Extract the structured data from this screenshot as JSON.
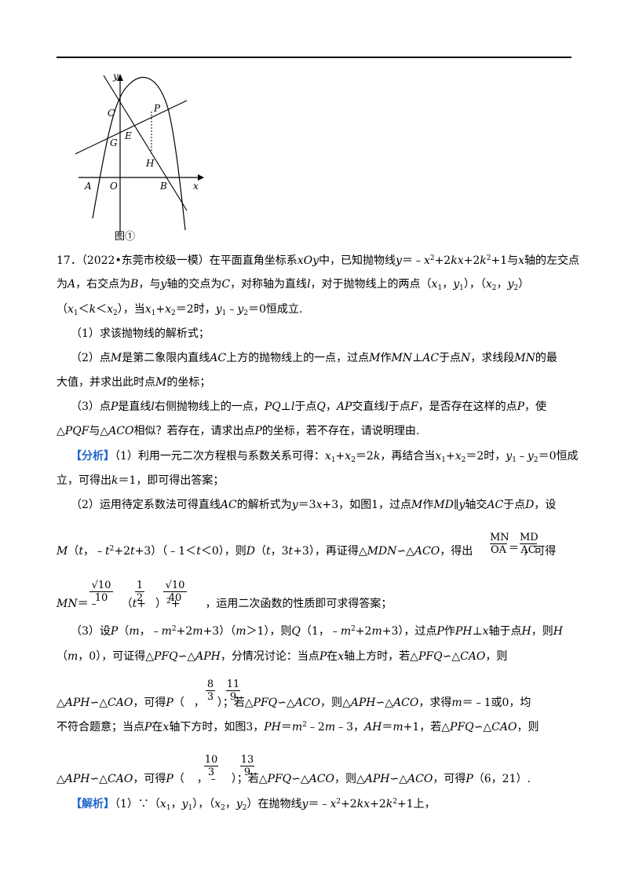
{
  "figure": {
    "axis_y": "y",
    "axis_x": "x",
    "labels": {
      "C": "C",
      "P": "P",
      "G": "G",
      "E": "E",
      "H": "H",
      "A": "A",
      "O": "O",
      "B": "B"
    },
    "caption": "图①"
  },
  "problem": {
    "number": "17．",
    "source": "（2022•东莞市校级一模）",
    "l1": {
      "a": "在平面直角坐标系",
      "b": "xOy",
      "c": "中，已知抛物线",
      "d": "y",
      "e": "＝﹣",
      "f": "x",
      "g": "2",
      "h": "+2",
      "i": "kx",
      "j": "+2",
      "k": "k",
      "l": "2",
      "m": "+1与",
      "n": "x",
      "o": "轴的左交点"
    },
    "l2": {
      "a": "为",
      "b": "A",
      "c": "，右交点为",
      "d": "B",
      "e": "，与",
      "f": "y",
      "g": "轴的交点为",
      "h": "C",
      "i": "，对称轴为直线",
      "j": "l",
      "k": "，对于抛物线上的两点（",
      "l": "x",
      "m": "1",
      "n": "，",
      "o": "y",
      "p": "1",
      "q": "），（",
      "r": "x",
      "s": "2",
      "t": "，",
      "u": "y",
      "v": "2",
      "w": "）"
    },
    "l3": {
      "a": "（",
      "b": "x",
      "c": "1",
      "d": "＜",
      "e": "k",
      "f": "＜",
      "g": "x",
      "h": "2",
      "i": "），当",
      "j": "x",
      "k": "1",
      "l": "+",
      "m": "x",
      "n": "2",
      "o": "＝2时，",
      "p": "y",
      "q": "1",
      "r": "﹣",
      "s": "y",
      "t": "2",
      "u": "＝0恒成立."
    },
    "q1": "（1）求该抛物线的解析式；",
    "q2a": {
      "a": "（2）点",
      "b": "M",
      "c": "是第二象限内直线",
      "d": "AC",
      "e": "上方的抛物线上的一点，过点",
      "f": "M",
      "g": "作",
      "h": "MN",
      "i": "⊥",
      "j": "AC",
      "k": "于点",
      "l": "N",
      "m": "，求线段",
      "n": "MN",
      "o": "的最"
    },
    "q2b": {
      "a": "大值，并求出此时点",
      "b": "M",
      "c": "的坐标；"
    },
    "q3a": {
      "a": "（3）点",
      "b": "P",
      "c": "是直线",
      "d": "l",
      "e": "右侧抛物线上的一点，",
      "f": "PQ",
      "g": "⊥",
      "h": "l",
      "i": "于点",
      "j": "Q",
      "k": "，",
      "l": "AP",
      "m": "交直线",
      "n": "l",
      "o": "于点",
      "p": "F",
      "q": "，是否存在这样的点",
      "r": "P",
      "s": "，使"
    },
    "q3b": {
      "a": "△",
      "b": "PQF",
      "c": "与△",
      "d": "ACO",
      "e": "相似？若存在，请求出点",
      "f": "P",
      "g": "的坐标，若不存在，请说明理由."
    }
  },
  "analysis": {
    "tag": "【分析】",
    "p1a": {
      "a": "（1）利用一元二次方程根与系数关系可得：",
      "b": "x",
      "c": "1",
      "d": "+",
      "e": "x",
      "f": "2",
      "g": "＝2",
      "h": "k",
      "i": "，再结合当",
      "j": "x",
      "k": "1",
      "l": "+",
      "m": "x",
      "n": "2",
      "o": "＝2时，",
      "p": "y",
      "q": "1",
      "r": "﹣",
      "s": "y",
      "t": "2",
      "u": "＝0恒成"
    },
    "p1b": {
      "a": "立，可得出",
      "b": "k",
      "c": "＝1，即可得出答案；"
    },
    "p2a": {
      "a": "（2）运用待定系数法可得直线",
      "b": "AC",
      "c": "的解析式为",
      "d": "y",
      "e": "＝3",
      "f": "x",
      "g": "+3，如图1，过点",
      "h": "M",
      "i": "作",
      "j": "MD",
      "k": "∥",
      "l": "y",
      "m": "轴交",
      "n": "AC",
      "o": "于点",
      "p": "D",
      "q": "，设"
    },
    "p2b": {
      "a": "M",
      "b": "（",
      "c": "t",
      "d": "，﹣",
      "e": "t",
      "f": "2",
      "g": "+2",
      "h": "t",
      "i": "+3）（﹣1＜",
      "j": "t",
      "k": "＜0），则",
      "l": "D",
      "m": "（",
      "n": "t",
      "o": "，3",
      "p": "t",
      "q": "+3），再证得△",
      "r": "MDN",
      "s": "∽△",
      "t": "ACO",
      "u": "，得出",
      "v": "，可得"
    },
    "frac_mn_num": "MN",
    "frac_mn_den": "OA",
    "frac_eq": "＝",
    "frac_md_num": "MD",
    "frac_md_den": "AC",
    "p2c": {
      "a": "MN",
      "b": "＝﹣",
      "c": "（",
      "d": "t",
      "e": "+",
      "f": "）",
      "g": "2",
      "h": "+",
      "i": "，运用二次函数的性质即可求得答案；"
    },
    "f1_num": "√10",
    "f1_den": "10",
    "f2_num": "1",
    "f2_den": "2",
    "f3_num": "√10",
    "f3_den": "40",
    "p3a": {
      "a": "（3）设",
      "b": "P",
      "c": "（",
      "d": "m",
      "e": "，﹣",
      "f": "m",
      "g": "2",
      "h": "+2",
      "i": "m",
      "j": "+3）（",
      "k": "m",
      "l": "＞1），则",
      "m": "Q",
      "n": "（1，﹣",
      "o": "m",
      "p": "2",
      "q": "+2",
      "r": "m",
      "s": "+3），过点",
      "t": "P",
      "u": "作",
      "v": "PH",
      "w": "⊥",
      "x": "x",
      "y": "轴于点",
      "z": "H",
      "z1": "，则",
      "z2": "H"
    },
    "p3b": {
      "a": "（",
      "b": "m",
      "c": "，0），可证得△",
      "d": "PFQ",
      "e": "∽△",
      "f": "APH",
      "g": "，分情况讨论：当点",
      "h": "P",
      "i": "在",
      "j": "x",
      "k": "轴上方时，若△",
      "l": "PFQ",
      "m": "∽△",
      "n": "CAO",
      "o": "，则"
    },
    "p3c": {
      "a": "△",
      "b": "APH",
      "c": "∽△",
      "d": "CAO",
      "e": "，可得",
      "f": "P",
      "g": "（",
      "h": "，",
      "i": "）；若△",
      "j": "PFQ",
      "k": "∽△",
      "l": "ACO",
      "m": "，则△",
      "n": "APH",
      "o": "∽△",
      "p": "ACO",
      "q": "，求得",
      "r": "m",
      "s": "＝﹣1或0，均"
    },
    "f4_num": "8",
    "f4_den": "3",
    "f5_num": "11",
    "f5_den": "9",
    "p3d": {
      "a": "不符合题意；当点",
      "b": "P",
      "c": "在",
      "d": "x",
      "e": "轴下方时，如图3，",
      "f": "PH",
      "g": "＝",
      "h": "m",
      "i": "2",
      "j": "﹣2",
      "k": "m",
      "l": "﹣3，",
      "m": "AH",
      "n": "＝",
      "o": "m",
      "p": "+1，若△",
      "q": "PFQ",
      "r": "∽△",
      "s": "CAO",
      "t": "，则"
    },
    "p3e": {
      "a": "△",
      "b": "APH",
      "c": "∽△",
      "d": "CAO",
      "e": "，可得",
      "f": "P",
      "g": "（",
      "h": "，﹣",
      "i": "）；若△",
      "j": "PFQ",
      "k": "∽△",
      "l": "ACO",
      "m": "，则△",
      "n": "APH",
      "o": "∽△",
      "p": "ACO",
      "q": "，可得",
      "r": "P",
      "s": "（6，21）."
    },
    "f6_num": "10",
    "f6_den": "3",
    "f7_num": "13",
    "f7_den": "9"
  },
  "solution": {
    "tag": "【解析】",
    "l1": {
      "a": "（1）∵（",
      "b": "x",
      "c": "1",
      "d": "，",
      "e": "y",
      "f": "1",
      "g": "），（",
      "h": "x",
      "i": "2",
      "j": "，",
      "k": "y",
      "l": "2",
      "m": "）在抛物线",
      "n": "y",
      "o": "＝﹣",
      "p": "x",
      "q": "2",
      "r": "+2",
      "s": "kx",
      "t": "+2",
      "u": "k",
      "v": "2",
      "w": "+1上，"
    }
  }
}
